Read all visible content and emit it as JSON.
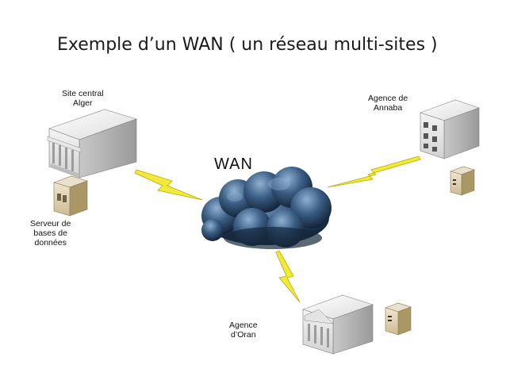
{
  "title": "Exemple d’un WAN ( un réseau multi-sites )",
  "wan_label": "WAN",
  "sites": {
    "central": {
      "line1": "Site central",
      "line2": "Alger"
    },
    "annaba": {
      "line1": "Agence de",
      "line2": "Annaba"
    },
    "oran": {
      "line1": "Agence",
      "line2": "d’Oran"
    }
  },
  "db_server": {
    "line1": "Serveur de",
    "line2": "bases de",
    "line3": "données"
  },
  "icons": [
    "building-icon",
    "server-icon",
    "cloud-icon",
    "lightning-link-icon"
  ],
  "colors": {
    "cloud": "#1f3550",
    "cloud_highlight": "#6f93b8",
    "lightning": "#f2ea3a",
    "lightning_stroke": "#b9a800"
  }
}
